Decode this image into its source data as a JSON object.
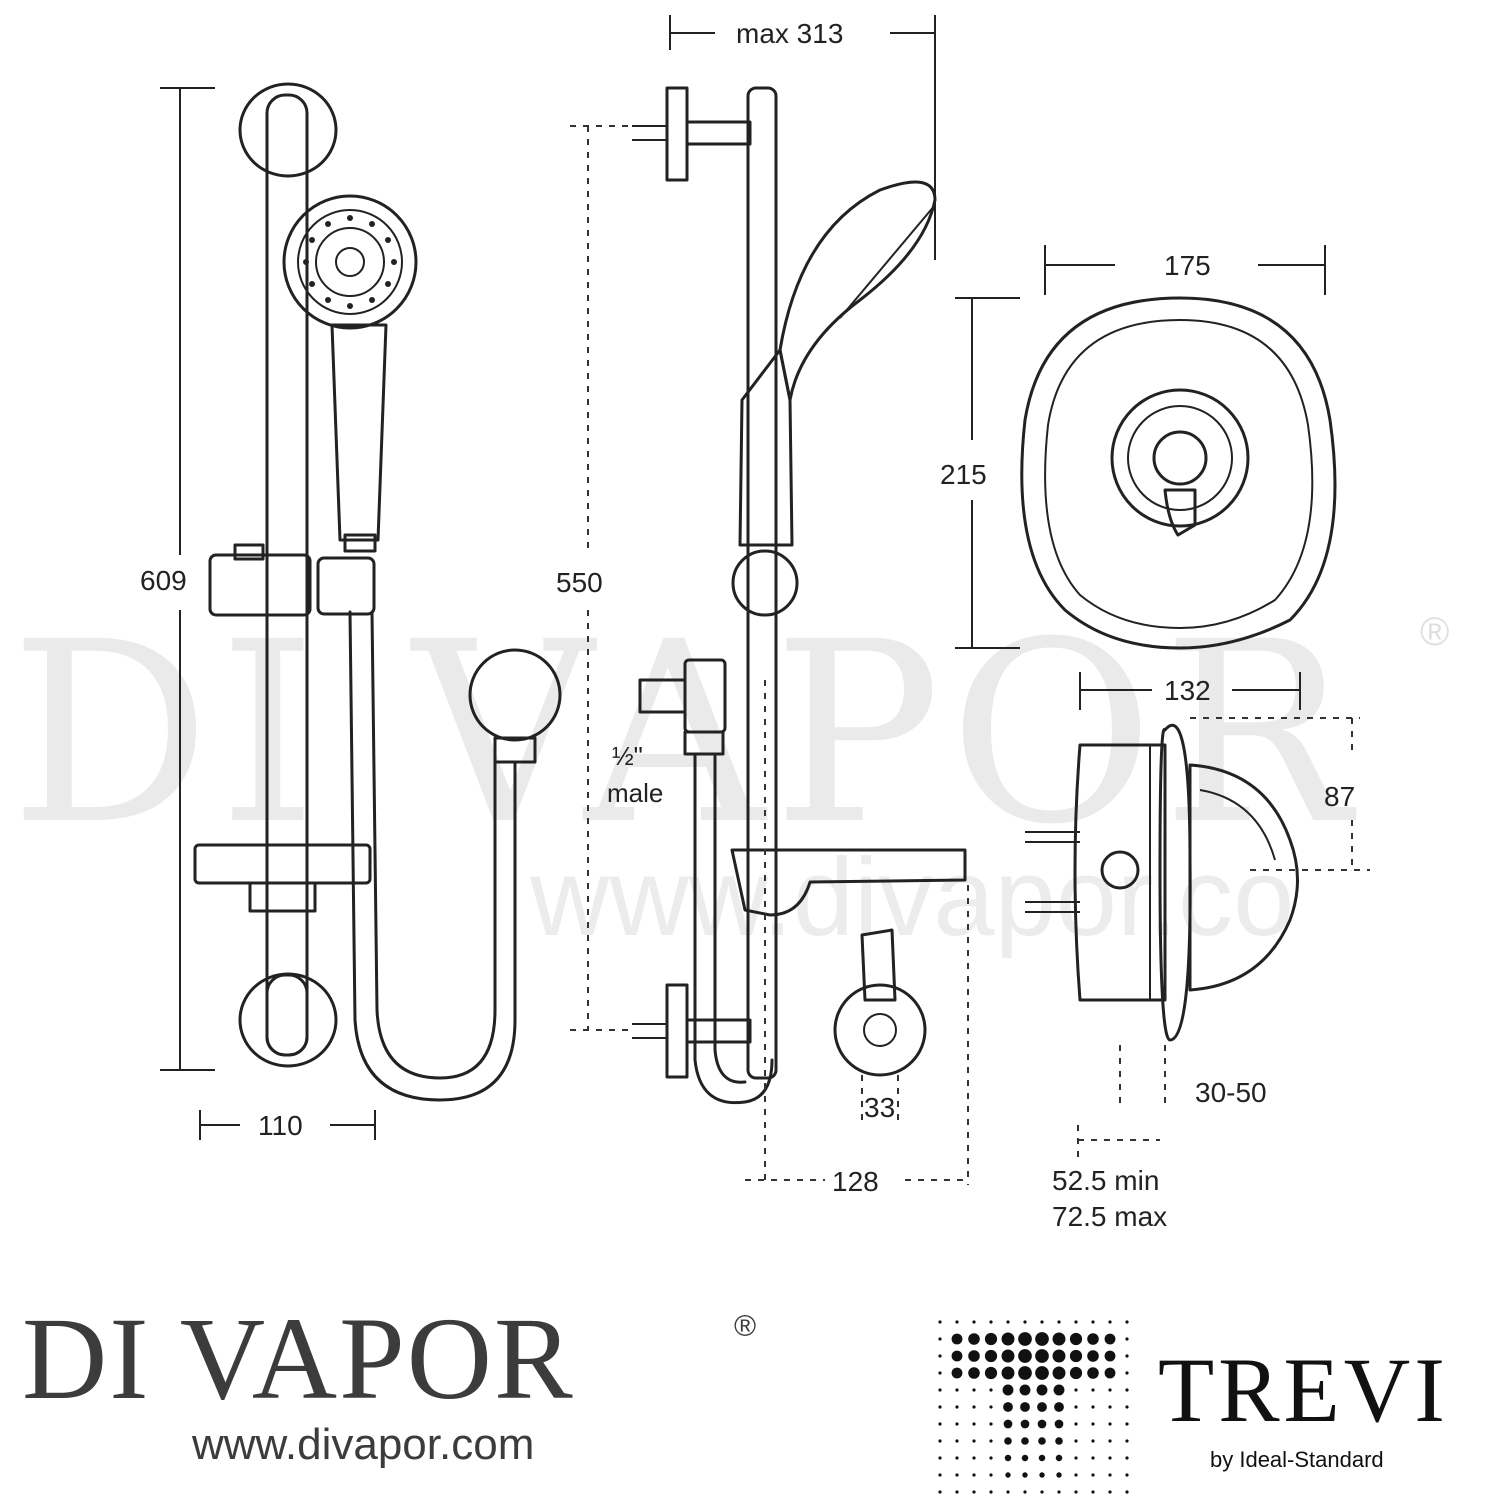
{
  "dimensions": {
    "max_width": "max 313",
    "height_609": "609",
    "height_550": "550",
    "width_110": "110",
    "width_128": "128",
    "diameter_33": "33",
    "plate_width": "175",
    "plate_height": "215",
    "body_depth": "132",
    "offset_87": "87",
    "wall_range": "30-50",
    "inlet_min": "52.5 min",
    "inlet_max": "72.5 max",
    "inlet_fraction": "½\"",
    "inlet_gender": "male"
  },
  "watermark": {
    "main": "DI VAPOR",
    "url": "www.divapor.co",
    "registered": "®"
  },
  "brand": {
    "name": "DI VAPOR",
    "registered": "®",
    "url": "www.divapor.com"
  },
  "trevi": {
    "name": "TREVI",
    "tagline": "by Ideal-Standard"
  },
  "colors": {
    "line": "#222222",
    "brand_text": "#3c3c3c"
  }
}
